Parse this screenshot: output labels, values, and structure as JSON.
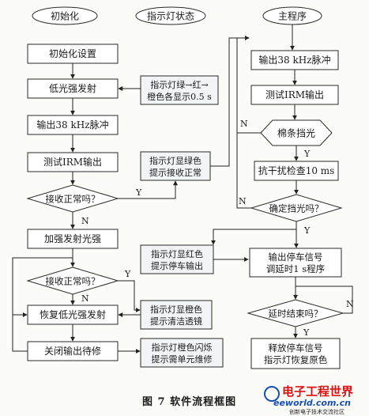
{
  "headers": {
    "init": "初始化",
    "indicator": "指示灯状态",
    "main": "主程序"
  },
  "init_steps": {
    "s1": "初始化设置",
    "s2": "低光强发射",
    "s3": "输出38 kHz脉冲",
    "s4": "测试IRM输出",
    "d1": "接收正常吗？",
    "s5": "加强发射光强",
    "d2": "接收正常吗？",
    "s6": "恢复低光强发射",
    "s7": "关闭输出待修"
  },
  "indicator_notes": {
    "n1_line1": "指示灯绿→红→",
    "n1_line2": "橙色各显示0.5 s",
    "n2_line1": "指示灯显绿色",
    "n2_line2": "提示接收正常",
    "n3_line1": "指示灯显红色",
    "n3_line2": "提示停车输出",
    "n4_line1": "指示灯显橙色",
    "n4_line2": "提示清洁透镜",
    "n5_line1": "指示灯橙色闪烁",
    "n5_line2": "提示需单元维修"
  },
  "main_steps": {
    "m1": "输出38 kHz脉冲",
    "m2": "测试IRM输出",
    "d1": "棉条挡光",
    "m3": "抗干扰检查10 ms",
    "d2": "确定挡光吗？",
    "m4_line1": "输出停车信号",
    "m4_line2": "调延时1 s程序",
    "d3": "延时结束吗？",
    "m5_line1": "释放停车信号",
    "m5_line2": "指示灯恢复原色"
  },
  "labels": {
    "yes": "Y",
    "no": "N"
  },
  "caption": "图 7    软件流程框图",
  "watermark": {
    "brand": "电子工程世界",
    "site": "eeworld.com.cn",
    "tagline": "创新电子技术交流社区"
  }
}
